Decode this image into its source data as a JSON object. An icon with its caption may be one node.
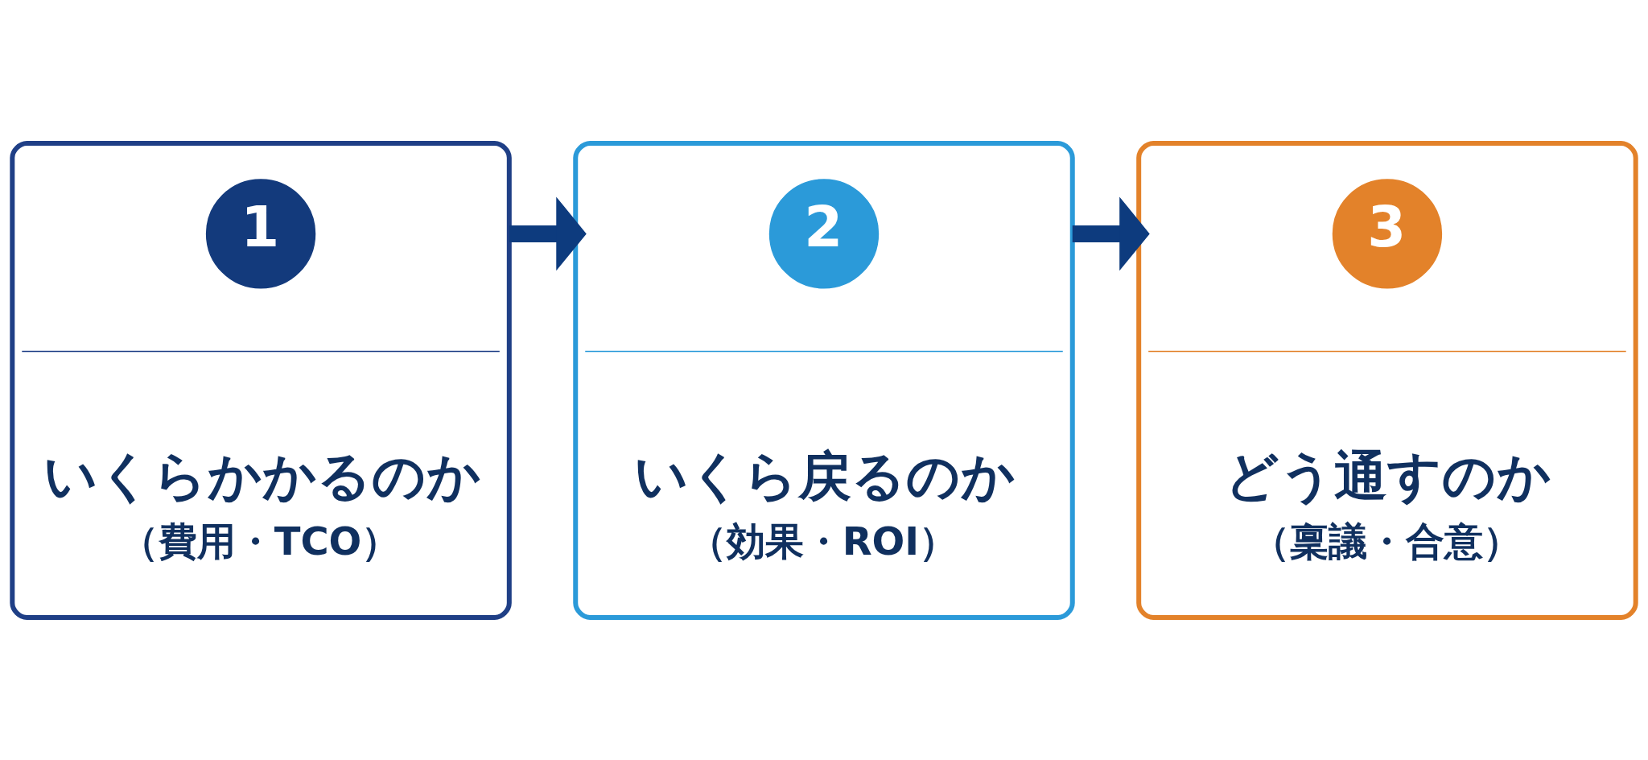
{
  "diagram": {
    "nodes": [
      {
        "text": [
          "いくらかかるのか",
          "（費用・TCO）"
        ]
      },
      {
        "text": [
          "1"
        ],
        "in": 0
      },
      {
        "text": [
          "いくら戻るのか",
          "（効果・ROI）"
        ]
      },
      {
        "text": [
          "2"
        ],
        "in": 2
      },
      {
        "text": [
          "どう通すのか",
          "（稟議・合意）"
        ]
      },
      {
        "text": [
          "3"
        ],
        "in": 4
      }
    ],
    "edges": [
      {
        "from": 0,
        "to": 2,
        "arrow": "to"
      },
      {
        "from": 2,
        "to": 4,
        "arrow": "to"
      }
    ]
  }
}
